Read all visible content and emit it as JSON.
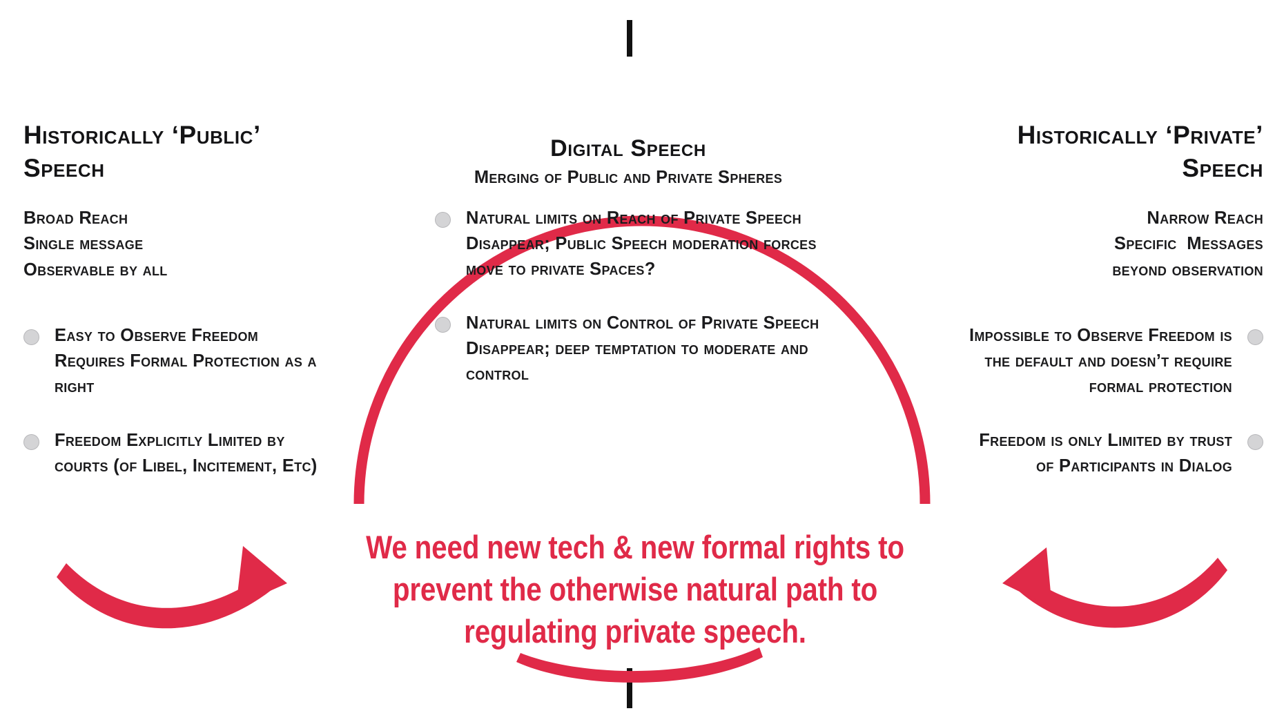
{
  "colors": {
    "accent_red": "#e02a48",
    "text_black": "#19191b",
    "bullet_dot": "#d4d4d6",
    "divider_line": "#111111"
  },
  "left_column": {
    "heading": "Historically ‘Public’ Speech",
    "lead_lines": [
      "Broad Reach",
      "Single message",
      "Observable by all"
    ],
    "bullets": [
      "Easy to Observe Freedom Requires Formal Protection as a right",
      "Freedom Explicitly Limited by courts (of Libel, Incitement, Etc)"
    ]
  },
  "center_column": {
    "title": "Digital Speech",
    "subtitle": "Merging of Public and Private Spheres",
    "bullets": [
      "Natural limits on Reach of Private Speech Disappear; Public Speech moderation forces move to private Spaces?",
      "Natural limits on Control of Private Speech Disappear; deep temptation to moderate and control"
    ]
  },
  "right_column": {
    "heading": "Historically ‘Private’ Speech",
    "lead_lines": [
      "Narrow Reach",
      "Specific  Messages",
      "beyond observation"
    ],
    "bullets": [
      "Impossible to Observe Freedom is the default and doesn’t require formal protection",
      "Freedom is only Limited by trust of Participants in Dialog"
    ]
  },
  "callout": {
    "text": "We need new tech & new formal rights to prevent the otherwise natural path to regulating private speech."
  },
  "graphics": {
    "circle": "red-venn-circle",
    "arrow_left": "curved-arrow-pointing-right",
    "arrow_right": "curved-arrow-pointing-left",
    "arrow_bottom": "curved-arc-bottom",
    "divider_top": "vertical-divider-top",
    "divider_bottom": "vertical-divider-bottom"
  }
}
